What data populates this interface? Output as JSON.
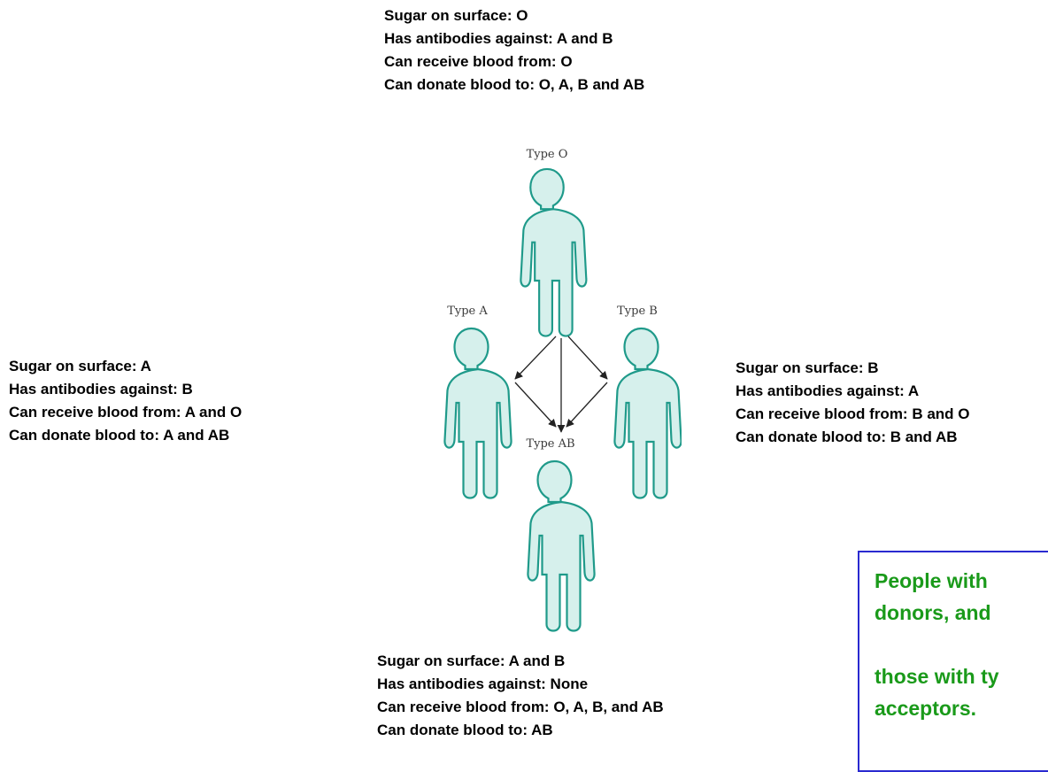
{
  "types": {
    "o": {
      "label": "Type O",
      "sugar": "Sugar on surface: O",
      "antibodies": "Has antibodies against: A and B",
      "receive": "Can receive blood from: O",
      "donate": "Can donate blood to: O, A, B and AB"
    },
    "a": {
      "label": "Type A",
      "sugar": "Sugar on surface: A",
      "antibodies": "Has antibodies against: B",
      "receive": "Can receive blood from: A and O",
      "donate": "Can donate blood to: A and AB"
    },
    "b": {
      "label": "Type B",
      "sugar": "Sugar on surface: B",
      "antibodies": "Has antibodies against: A",
      "receive": "Can receive blood from: B and O",
      "donate": "Can donate blood to: B and AB"
    },
    "ab": {
      "label": "Type AB",
      "sugar": "Sugar on surface: A and B",
      "antibodies": "Has antibodies against: None",
      "receive": "Can receive blood from: O, A, B, and AB",
      "donate": "Can donate blood to: AB"
    }
  },
  "note": {
    "line1": "People with",
    "line2": "donors, and",
    "line3": "those with ty",
    "line4": "acceptors."
  },
  "colors": {
    "figure_fill": "#d6f0ec",
    "figure_stroke": "#1f9a8a",
    "note_text": "#1a9a1a",
    "note_border": "#2a2ad0"
  },
  "icons": {
    "figure": "person-silhouette-icon",
    "arrow": "arrow-icon"
  }
}
